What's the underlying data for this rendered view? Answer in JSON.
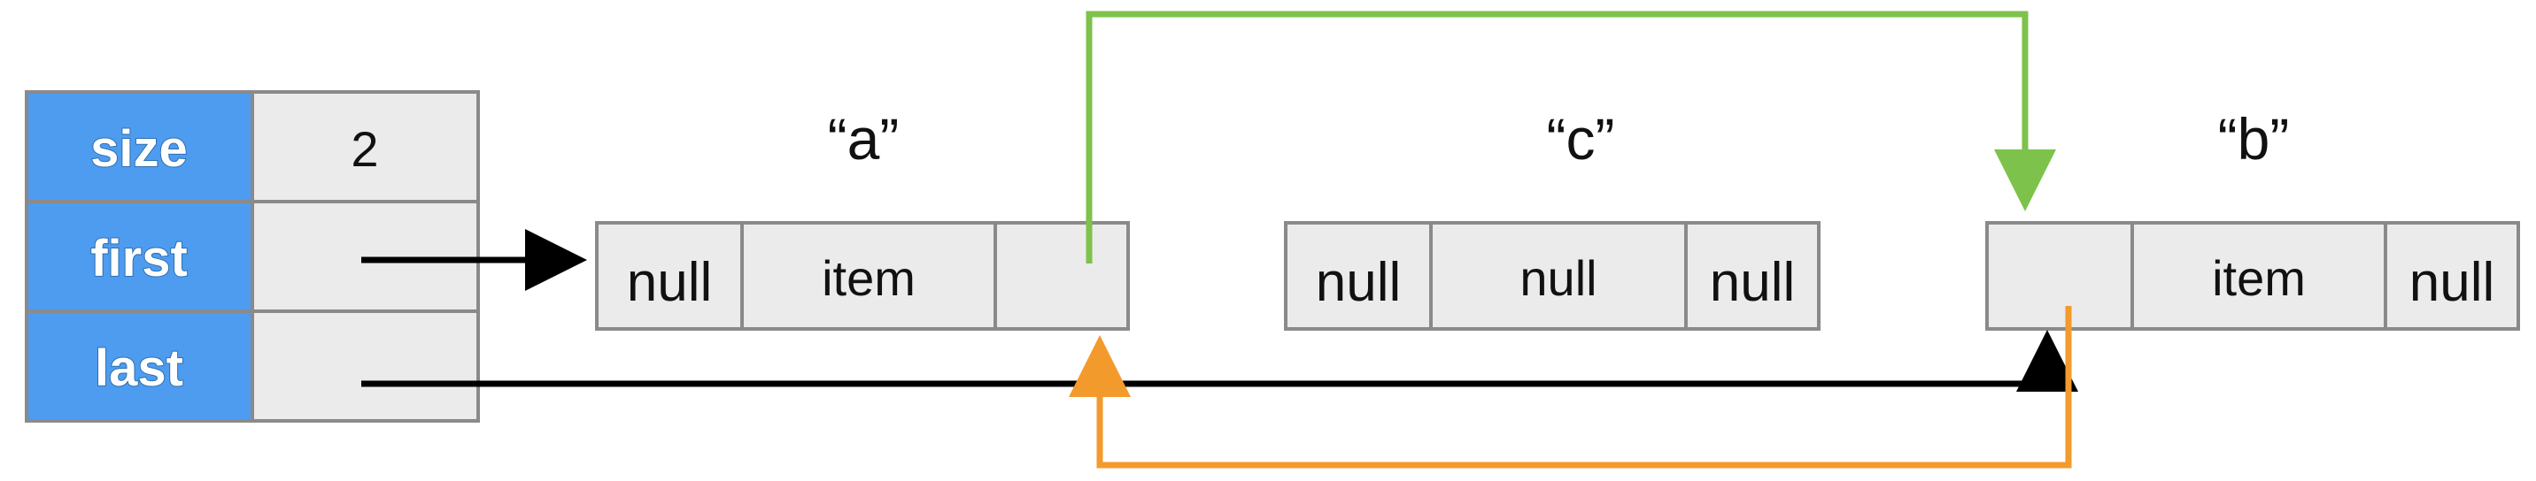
{
  "list": {
    "rows": [
      {
        "label": "size",
        "value": "2"
      },
      {
        "label": "first",
        "value": ""
      },
      {
        "label": "last",
        "value": ""
      }
    ]
  },
  "nodes": {
    "a": {
      "title": "“a”",
      "cells": [
        "null",
        "item",
        ""
      ]
    },
    "c": {
      "title": "“c”",
      "cells": [
        "null",
        "null",
        "null"
      ]
    },
    "b": {
      "title": "“b”",
      "cells": [
        "",
        "item",
        "null"
      ]
    }
  },
  "colors": {
    "header_fill": "#4e9cf0",
    "cell_fill": "#ebebeb",
    "border": "#8a8a8a",
    "arrow_black": "#000000",
    "arrow_green": "#7dc24a",
    "arrow_orange": "#f39a2c"
  }
}
